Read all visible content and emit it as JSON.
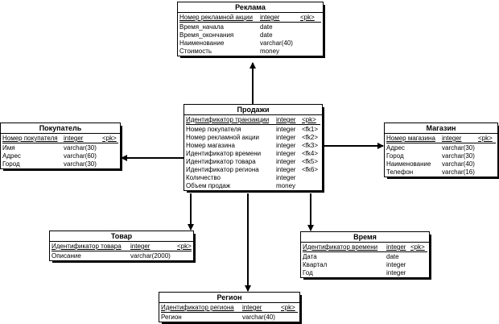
{
  "entities": {
    "reklama": {
      "title": "Реклама",
      "rows": [
        {
          "name": "Номер рекламной акции",
          "type": "integer",
          "key": "<pk>"
        },
        {
          "name": "Время_начала",
          "type": "date",
          "key": ""
        },
        {
          "name": "Время_окончания",
          "type": "date",
          "key": ""
        },
        {
          "name": "Наименование",
          "type": "varchar(40)",
          "key": ""
        },
        {
          "name": "Стоимость",
          "type": "money",
          "key": ""
        }
      ]
    },
    "prodazhi": {
      "title": "Продажи",
      "rows": [
        {
          "name": "Идентификатор транзакции",
          "type": "integer",
          "key": "<pk>"
        },
        {
          "name": "Номер покупателя",
          "type": "integer",
          "key": "<fk1>"
        },
        {
          "name": "Номер рекламной акции",
          "type": "integer",
          "key": "<fk2>"
        },
        {
          "name": "Номер магазина",
          "type": "integer",
          "key": "<fk3>"
        },
        {
          "name": "Идентификатор времени",
          "type": "integer",
          "key": "<fk4>"
        },
        {
          "name": "Идентификатор товара",
          "type": "integer",
          "key": "<fk5>"
        },
        {
          "name": "Идентификатор региона",
          "type": "integer",
          "key": "<fk6>"
        },
        {
          "name": "Количество",
          "type": "integer",
          "key": ""
        },
        {
          "name": "Объем продаж",
          "type": "money",
          "key": ""
        }
      ]
    },
    "pokupatel": {
      "title": "Покупатель",
      "rows": [
        {
          "name": "Номер покупателя",
          "type": "integer",
          "key": "<pk>"
        },
        {
          "name": "Имя",
          "type": "varchar(30)",
          "key": ""
        },
        {
          "name": "Адрес",
          "type": "varchar(60)",
          "key": ""
        },
        {
          "name": "Город",
          "type": "varchar(30)",
          "key": ""
        }
      ]
    },
    "magazin": {
      "title": "Магазин",
      "rows": [
        {
          "name": "Номер магазина",
          "type": "integer",
          "key": "<pk>"
        },
        {
          "name": "Адрес",
          "type": "varchar(30)",
          "key": ""
        },
        {
          "name": "Город",
          "type": "varchar(30)",
          "key": ""
        },
        {
          "name": "Наименование",
          "type": "varchar(40)",
          "key": ""
        },
        {
          "name": "Телефон",
          "type": "varchar(16)",
          "key": ""
        }
      ]
    },
    "tovar": {
      "title": "Товар",
      "rows": [
        {
          "name": "Идентификатор товара",
          "type": "integer",
          "key": "<pk>"
        },
        {
          "name": "Описание",
          "type": "varchar(2000)",
          "key": ""
        }
      ]
    },
    "vremya": {
      "title": "Время",
      "rows": [
        {
          "name": "Идентификатор времени",
          "type": "integer",
          "key": "<pk>"
        },
        {
          "name": "Дата",
          "type": "date",
          "key": ""
        },
        {
          "name": "Квартал",
          "type": "integer",
          "key": ""
        },
        {
          "name": "Год",
          "type": "integer",
          "key": ""
        }
      ]
    },
    "region": {
      "title": "Регион",
      "rows": [
        {
          "name": "Идентификатор региона",
          "type": "integer",
          "key": "<pk>"
        },
        {
          "name": "Регион",
          "type": "varchar(40)",
          "key": ""
        }
      ]
    }
  },
  "relationships": [
    {
      "from": "prodazhi",
      "to": "reklama"
    },
    {
      "from": "prodazhi",
      "to": "pokupatel"
    },
    {
      "from": "prodazhi",
      "to": "magazin"
    },
    {
      "from": "prodazhi",
      "to": "tovar"
    },
    {
      "from": "prodazhi",
      "to": "vremya"
    },
    {
      "from": "prodazhi",
      "to": "region"
    }
  ]
}
